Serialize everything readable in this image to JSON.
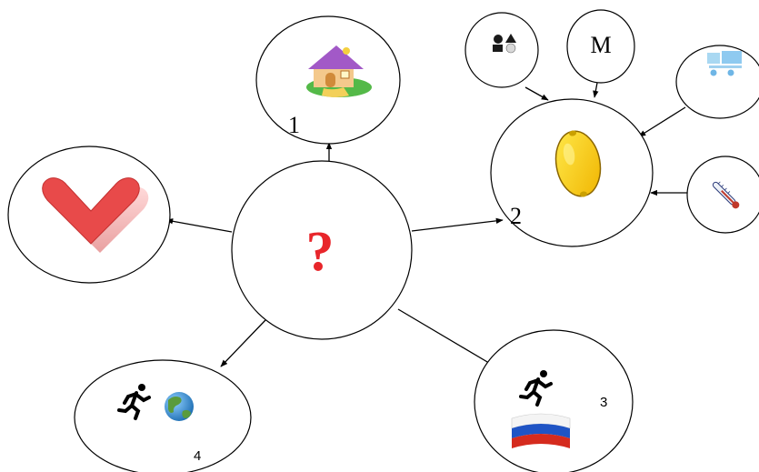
{
  "diagram": {
    "center": {
      "symbol": "?",
      "color": "#e8262b"
    },
    "nodes": {
      "home": {
        "number": "1",
        "icon": "house-icon"
      },
      "lemon": {
        "number": "2",
        "icon": "lemon-icon"
      },
      "sport_russia": {
        "number": "3",
        "icons": [
          "running-man-icon",
          "russian-flag-icon"
        ]
      },
      "sport_earth": {
        "number": "4",
        "icons": [
          "running-man-icon",
          "globe-icon"
        ]
      },
      "heart": {
        "icon": "heart-icon"
      }
    },
    "feeders": {
      "shapes": {
        "icon": "geometric-shapes-icon"
      },
      "letter": {
        "text": "М"
      },
      "vehicle": {
        "icon": "vehicle-icon"
      },
      "thermometer": {
        "icon": "thermometer-icon"
      }
    }
  }
}
